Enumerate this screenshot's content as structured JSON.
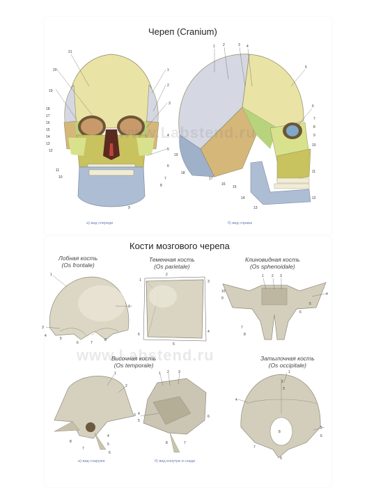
{
  "poster": {
    "title_top": "Череп (Cranium)",
    "title_bottom": "Кости мозгового черепа",
    "watermark_top": "www.Labstend.ru",
    "watermark_bottom": "www.Labstend.ru"
  },
  "skull_views": {
    "front_caption": "а) вид спереди",
    "side_caption": "б) вид справа"
  },
  "bones": {
    "frontal": {
      "name": "Лобная кость",
      "latin": "(Os frontale)"
    },
    "parietal": {
      "name": "Теменная кость",
      "latin": "(Os parietale)"
    },
    "sphenoid": {
      "name": "Клиновидная кость",
      "latin": "(Os sphenoidale)"
    },
    "temporal": {
      "name": "Височная кость",
      "latin": "(Os temporale)"
    },
    "occipital": {
      "name": "Затылочная кость",
      "latin": "(Os occipitale)"
    }
  },
  "temporal_views": {
    "outer_caption": "а) вид снаружи",
    "inner_caption": "б) вид изнутри и сзади"
  },
  "labels": {
    "front_skull": [
      "21",
      "20",
      "19",
      "18",
      "17",
      "16",
      "15",
      "14",
      "13",
      "12",
      "11",
      "10",
      "1",
      "2",
      "3",
      "4",
      "5",
      "6",
      "7",
      "8",
      "9"
    ],
    "side_skull": [
      "1",
      "2",
      "3",
      "4",
      "5",
      "6",
      "7",
      "8",
      "9",
      "10",
      "11",
      "12",
      "13",
      "14",
      "15",
      "16",
      "17",
      "18",
      "19"
    ],
    "frontal": [
      "1",
      "2",
      "3",
      "4",
      "5",
      "6",
      "7",
      "8"
    ],
    "parietal": [
      "1",
      "2",
      "3",
      "4",
      "5",
      "6"
    ],
    "sphenoid": [
      "1",
      "2",
      "3",
      "4",
      "5",
      "6",
      "7",
      "8",
      "9",
      "10"
    ],
    "temporal_outer": [
      "1",
      "2",
      "3",
      "4",
      "5",
      "6",
      "7",
      "8"
    ],
    "temporal_inner": [
      "1",
      "2",
      "3",
      "4",
      "5",
      "6",
      "7",
      "8"
    ],
    "occipital": [
      "1",
      "2",
      "3",
      "4",
      "5",
      "6",
      "7",
      "8",
      "9"
    ]
  },
  "colors": {
    "frontal": "#e9e3a6",
    "parietal": "#d5d8e2",
    "occipital": "#9fb0c9",
    "temporal": "#d5b77a",
    "sphenoid": "#b7d37c",
    "zygomatic": "#d8e28d",
    "maxilla": "#c8c25f",
    "mandible": "#adbdd4",
    "bone_illustration": "#d8d2c0",
    "caption_blue": "#6b7fb6"
  }
}
